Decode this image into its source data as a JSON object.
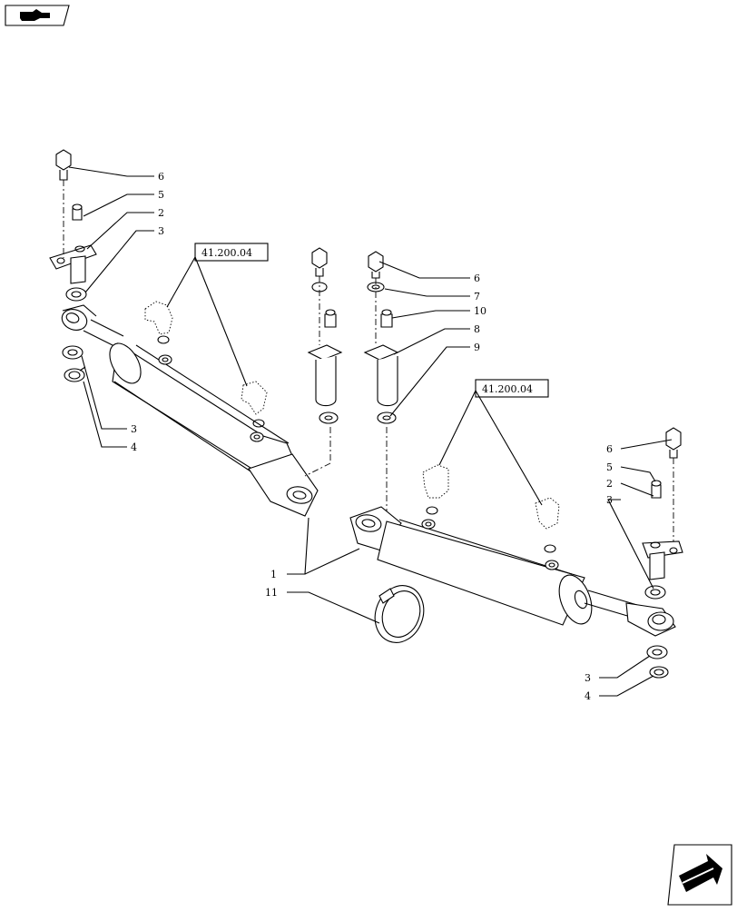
{
  "nav": {
    "prev_icon": "hand-pointing-icon",
    "next_icon": "next-page-arrow-icon"
  },
  "references": {
    "left": "41.200.04",
    "right": "41.200.04"
  },
  "callouts": {
    "left_top": [
      "6",
      "5",
      "2",
      "3"
    ],
    "left_bottom": [
      "3",
      "4"
    ],
    "middle": [
      "6",
      "7",
      "10",
      "8",
      "9"
    ],
    "assembly": [
      "1",
      "11"
    ],
    "right_top": [
      "6",
      "5",
      "2",
      "3"
    ],
    "right_bottom": [
      "3",
      "4"
    ]
  }
}
